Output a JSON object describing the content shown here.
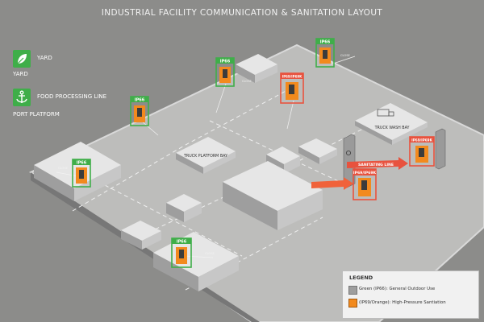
{
  "title": "INDUSTRIAL FACILITY COMMUNICATION & SANITATION LAYOUT",
  "key": [
    {
      "label": "YARD",
      "icon": "leaf-icon",
      "sub": "YARD"
    },
    {
      "label": "FOOD PROCESSING LINE",
      "icon": "anchor-icon",
      "sub": "PORT PLATFORM"
    }
  ],
  "tags": {
    "ip66": "IP66",
    "ip69": "IP69/IP69K",
    "ip69k": "IP69/IP69K",
    "ip69k_short": "IP69/IP69K",
    "sanitating": "SANITATING LINE"
  },
  "areas": {
    "truck_wash": "TRUCK WASH BAY",
    "truck_platform": "TRUCK PLATFORM BAY"
  },
  "cable": "CLOSE",
  "legend": {
    "title": "LEGEND",
    "green": "Green (IP66): General Outdoor Use",
    "orange": "(IP69/Orange): High-Pressure Santiation",
    "green_color": "#3fae49",
    "orange_color": "#f28a1e"
  }
}
